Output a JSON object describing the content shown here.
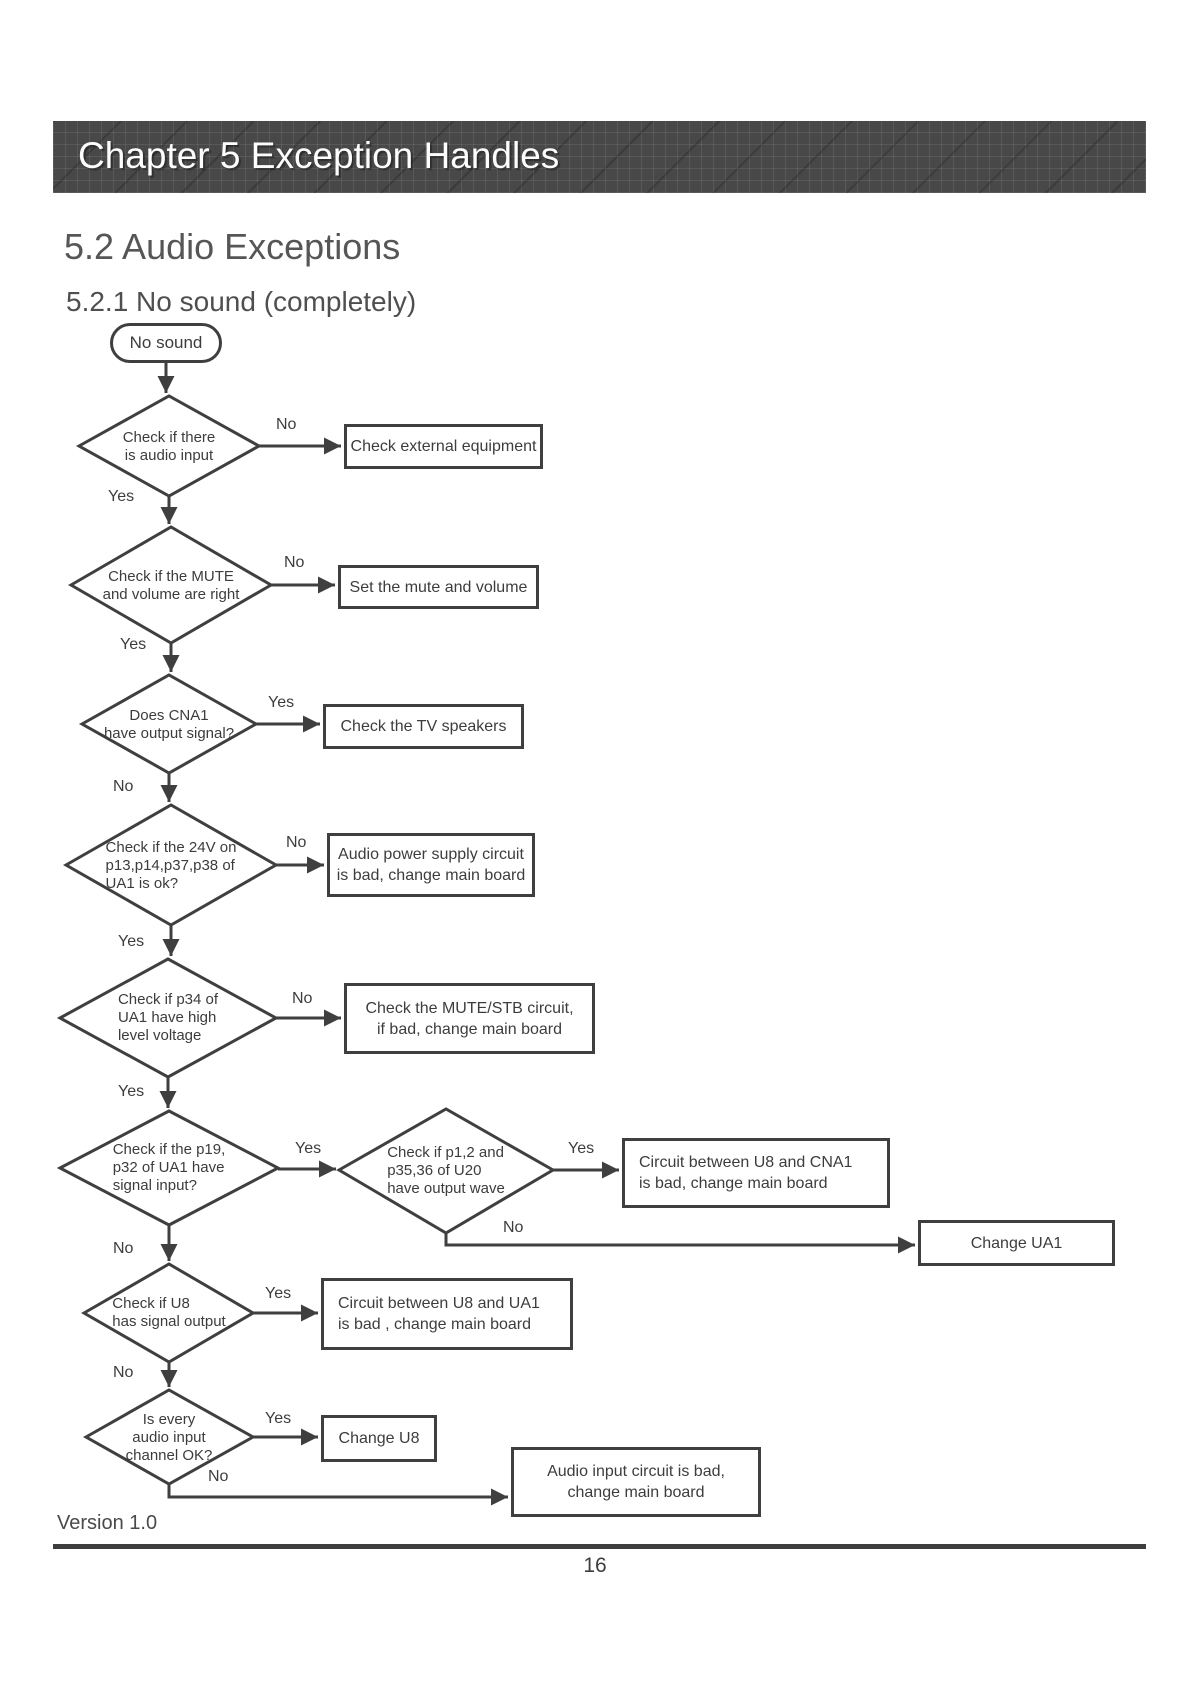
{
  "header": {
    "banner_title": "Chapter 5 Exception Handles",
    "section_title": "5.2 Audio Exceptions",
    "subsection_title": "5.2.1 No sound (completely)"
  },
  "flowchart": {
    "start": "No sound",
    "branch_labels": {
      "yes": "Yes",
      "no": "No"
    },
    "decisions": {
      "audio_input": "Check if there\nis audio input",
      "mute_volume": "Check if the MUTE\nand volume are right",
      "cna1_output": "Does  CNA1\nhave output signal?",
      "voltage_24v": "Check if the 24V on\np13,p14,p37,p38 of\nUA1 is ok?",
      "p34_high": "Check if p34 of\nUA1 have high\nlevel voltage",
      "p19_p32_input": "Check if the p19,\np32  of UA1 have\nsignal input?",
      "u20_wave": "Check if p1,2 and\np35,36 of U20\nhave output wave",
      "u8_output": "Check if U8\nhas signal output",
      "channels_ok": "Is every\naudio input\nchannel OK?"
    },
    "actions": {
      "check_external": "Check external equipment",
      "set_mute_volume": "Set the mute and volume",
      "check_speakers": "Check the TV speakers",
      "audio_power": "Audio power supply circuit\nis bad, change main board",
      "mute_stb": "Check the MUTE/STB circuit,\nif bad, change main board",
      "u8_cna1": "Circuit between U8 and CNA1\nis bad, change main board",
      "change_ua1": "Change UA1",
      "u8_ua1": "Circuit between U8 and UA1\nis bad , change main board",
      "change_u8": "Change U8",
      "audio_input_bad": "Audio input circuit is bad,\nchange main board"
    }
  },
  "footer": {
    "version": "Version 1.0",
    "page_number": "16"
  }
}
